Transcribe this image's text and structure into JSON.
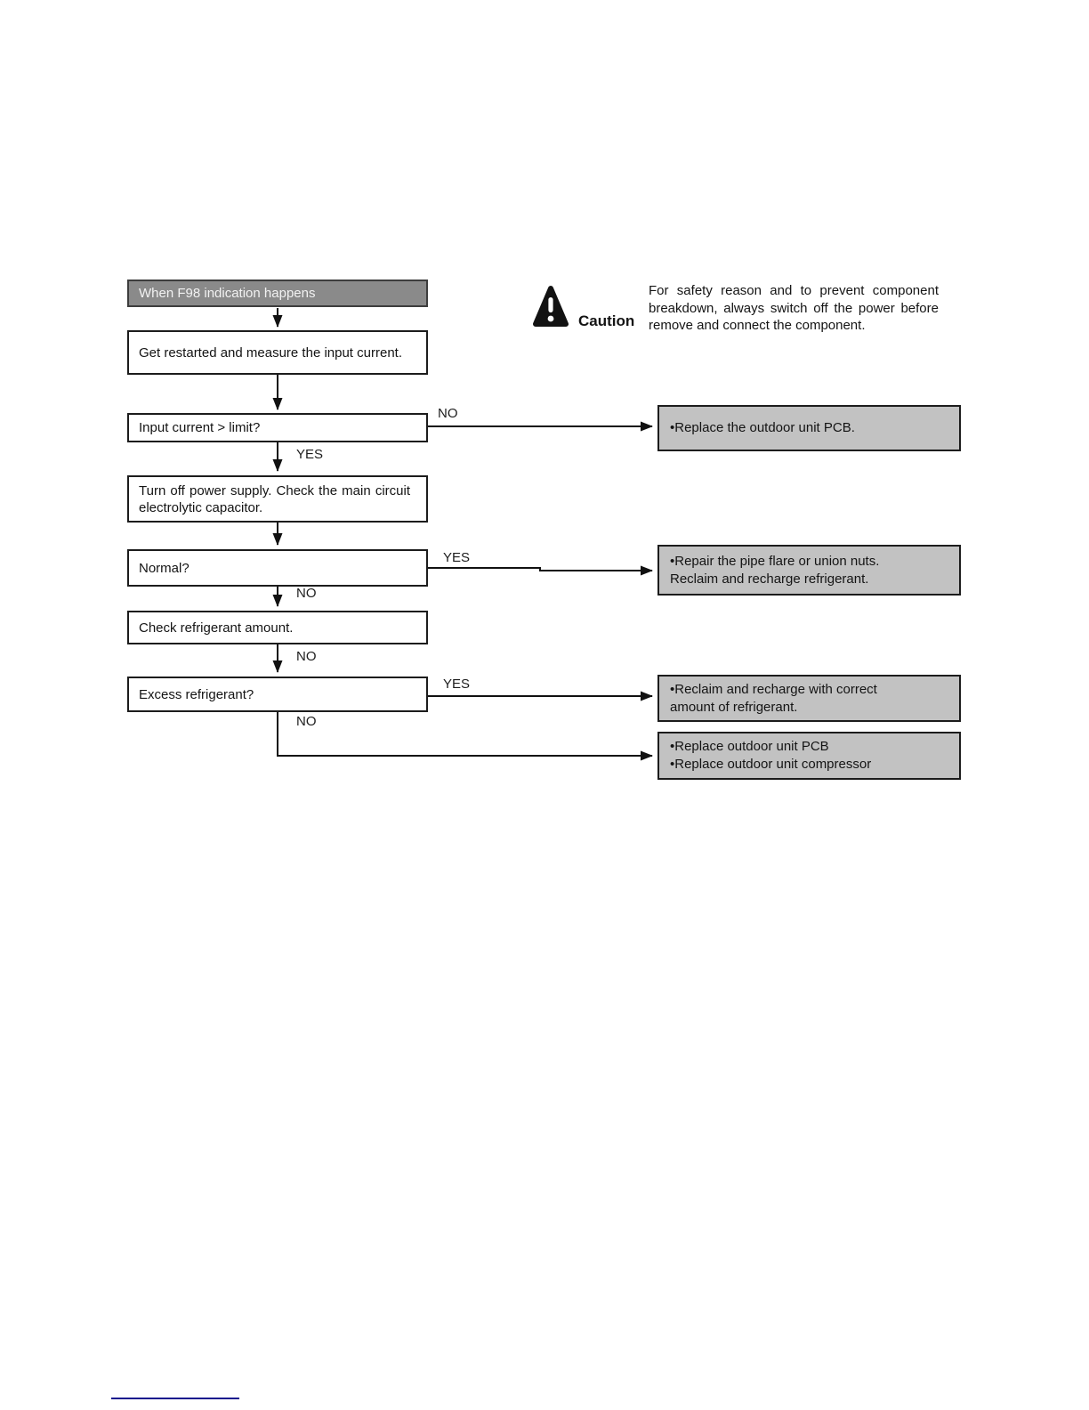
{
  "flow": {
    "start": "When F98 indication happens",
    "steps": {
      "restart": "Get restarted and measure the input current.",
      "input_current": "Input current > limit?",
      "turn_off": "Turn off power supply. Check the main circuit electrolytic capacitor.",
      "normal": "Normal?",
      "check_refrigerant": "Check refrigerant amount.",
      "excess_refrigerant": "Excess refrigerant?"
    },
    "branch_labels": {
      "input_no": "NO",
      "input_yes": "YES",
      "normal_yes": "YES",
      "normal_no": "NO",
      "check_no": "NO",
      "excess_yes": "YES",
      "excess_no": "NO"
    },
    "results": {
      "replace_pcb": {
        "lines": [
          "•Replace the outdoor unit PCB."
        ]
      },
      "repair_pipe": {
        "lines": [
          "•Repair the pipe flare or union nuts.",
          "Reclaim and recharge refrigerant."
        ]
      },
      "reclaim_recharge": {
        "lines": [
          "•Reclaim and recharge with correct",
          "amount of refrigerant."
        ]
      },
      "replace_pcb_compressor": {
        "lines": [
          "•Replace outdoor unit PCB",
          "•Replace outdoor unit compressor"
        ]
      }
    }
  },
  "caution": {
    "label": "Caution",
    "text": "For safety reason and to prevent component breakdown, always switch off the power before remove and connect the component."
  },
  "colors": {
    "start_box_bg": "#8a8a8a",
    "result_box_bg": "#c2c2c2",
    "line_black": "#111111",
    "footnote_rule_blue": "#13138d"
  }
}
